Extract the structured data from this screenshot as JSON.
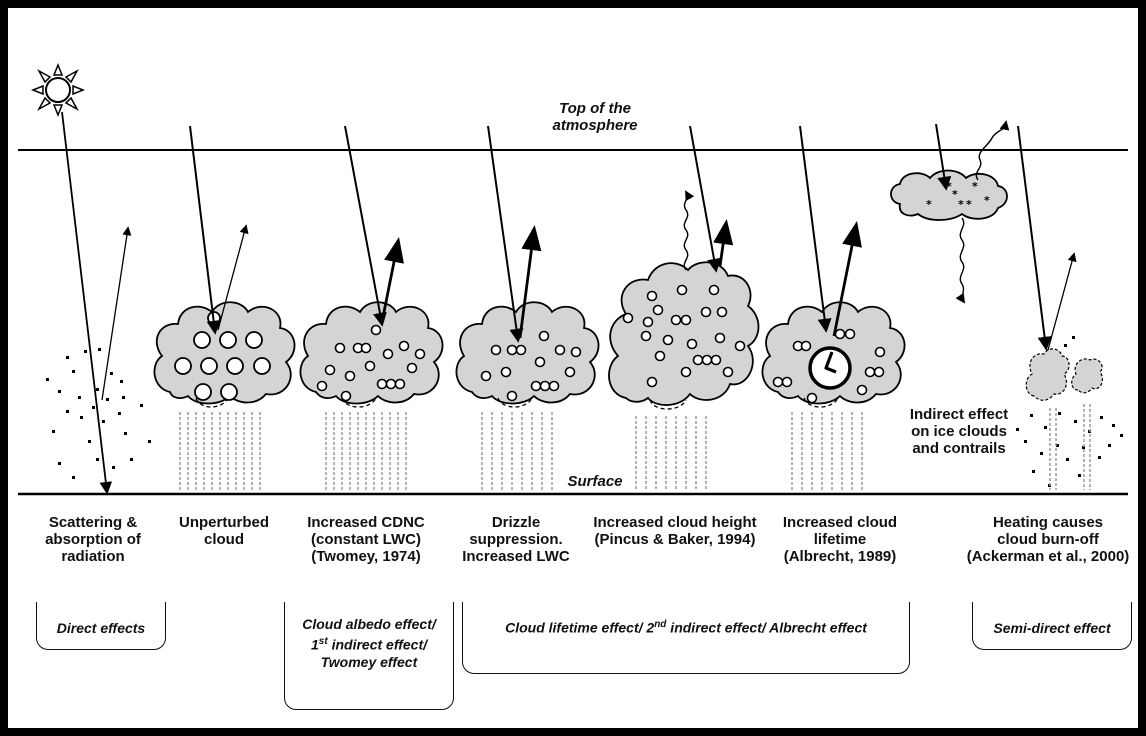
{
  "atmosphere": {
    "top_label_line1": "Top of the",
    "top_label_line2": "atmosphere",
    "surface_label": "Surface"
  },
  "ice_clouds_label": [
    "Indirect effect",
    "on ice clouds",
    "and contrails"
  ],
  "columns": [
    {
      "lines": [
        "Scattering &",
        "absorption of",
        "radiation"
      ]
    },
    {
      "lines": [
        "Unperturbed",
        "cloud"
      ]
    },
    {
      "lines": [
        "Increased CDNC",
        "(constant LWC)",
        "(Twomey, 1974)"
      ]
    },
    {
      "lines": [
        "Drizzle",
        "suppression.",
        "Increased LWC"
      ]
    },
    {
      "lines": [
        "Increased cloud height",
        "(Pincus & Baker, 1994)"
      ]
    },
    {
      "lines": [
        "Increased cloud",
        "lifetime",
        "(Albrecht, 1989)"
      ]
    },
    {
      "lines": [
        "Heating causes",
        "cloud  burn-off",
        "(Ackerman et al., 2000)"
      ]
    }
  ],
  "brackets": {
    "direct": [
      "Direct effects"
    ],
    "albedo": [
      "Cloud albedo effect/",
      "1st indirect effect/",
      "Twomey effect"
    ],
    "lifetime": [
      "Cloud lifetime effect/ 2nd indirect effect/ Albrecht effect"
    ],
    "semidirect": [
      "Semi-direct effect"
    ]
  },
  "icons": [
    "sun-icon",
    "clock-icon",
    "ice-crystal-icon"
  ]
}
